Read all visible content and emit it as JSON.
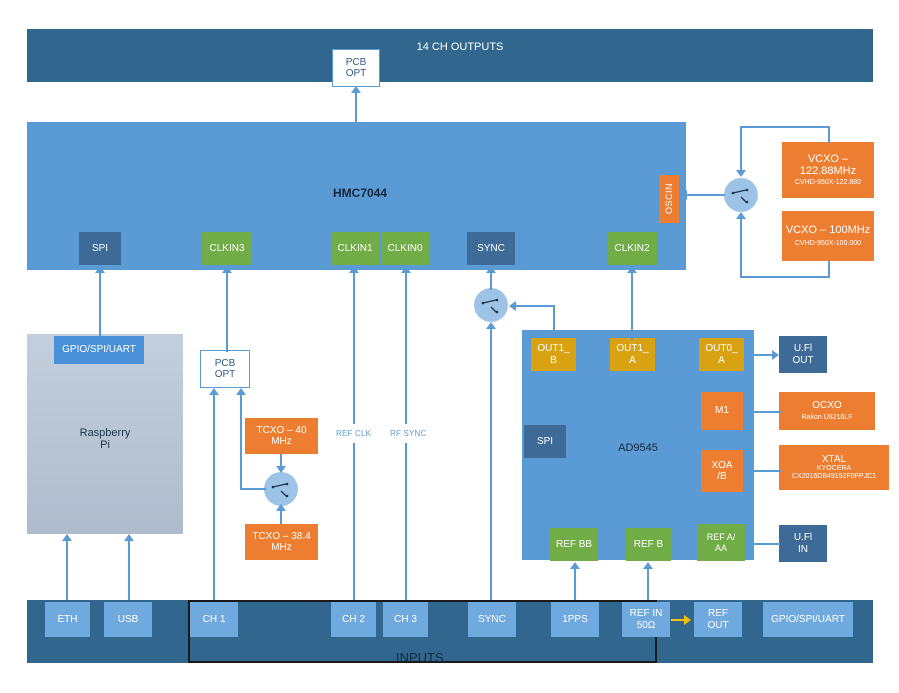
{
  "diagram": {
    "title": "Clock distribution block diagram",
    "colors": {
      "dark_bar": "#31678f",
      "main_block": "#5b9bd5",
      "port_green": "#70ad47",
      "port_gold": "#d9a213",
      "port_orange": "#ed7d31",
      "port_navy": "#44709a",
      "port_light_blue": "#6fa9dd",
      "wire": "#5b9bd5",
      "wire_gold": "#ffc000",
      "raspberry_pi": "#b7c4d3"
    }
  },
  "outputs_bar": {
    "label": "14 CH OUTPUTS",
    "pcb_opt": {
      "line1": "PCB",
      "line2": "OPT"
    }
  },
  "hmc7044": {
    "title": "HMC7044",
    "oscin": "OSCIN",
    "ports": [
      {
        "label": "SPI",
        "type": "navy"
      },
      {
        "label": "CLKIN3",
        "type": "green"
      },
      {
        "label": "CLKIN1",
        "type": "green"
      },
      {
        "label": "CLKIN0",
        "type": "green"
      },
      {
        "label": "SYNC",
        "type": "navy"
      },
      {
        "label": "CLKIN2",
        "type": "green"
      }
    ]
  },
  "vcxo": [
    {
      "name": "VCXO –",
      "freq": "122.88MHz",
      "part": "CVHD-950X-122.880"
    },
    {
      "name": "VCXO – 100MHz",
      "freq": "",
      "part": "CVHD-950X-100.000"
    }
  ],
  "raspberry_pi": {
    "label_line1": "Raspberry",
    "label_line2": "Pi",
    "header_port": "GPIO/SPI/UART"
  },
  "pcb_opt_mid": {
    "line1": "PCB",
    "line2": "OPT"
  },
  "tcxo": [
    {
      "line1": "TCXO – 40",
      "line2": "MHz"
    },
    {
      "line1": "TCXO – 38.4",
      "line2": "MHz"
    }
  ],
  "path_labels": {
    "ref_clk": "REF CLK",
    "rf_sync": "RF SYNC"
  },
  "ad9545": {
    "title": "AD9545",
    "spi": "SPI",
    "outputs": [
      {
        "line1": "OUT1_",
        "line2": "B"
      },
      {
        "line1": "OUT1_",
        "line2": "A"
      },
      {
        "line1": "OUT0_",
        "line2": "A"
      }
    ],
    "right_ports": [
      {
        "label": "M1"
      },
      {
        "line1": "XOA",
        "line2": "/B"
      }
    ],
    "refs": [
      {
        "label": "REF BB"
      },
      {
        "label": "REF B"
      },
      {
        "line1": "REF A/",
        "line2": "AA"
      }
    ]
  },
  "oscillators": {
    "ocxo": {
      "name": "OCXO",
      "part": "Rakon U8216LF"
    },
    "xtal": {
      "name": "XTAL",
      "vendor": "KYOCERA",
      "part": "CX2016DB49152F0FPJC1"
    }
  },
  "connectors": {
    "ufl_out": {
      "line1": "U.Fl",
      "line2": "OUT"
    },
    "ufl_in": {
      "line1": "U.Fl",
      "line2": "IN"
    }
  },
  "bottom_bar": {
    "inputs_label": "INPUTS",
    "ports": [
      {
        "label": "ETH"
      },
      {
        "label": "USB"
      },
      {
        "label": "CH 1"
      },
      {
        "label": "CH 2"
      },
      {
        "label": "CH 3"
      },
      {
        "label": "SYNC"
      },
      {
        "label": "1PPS"
      },
      {
        "line1": "REF IN",
        "line2": "50Ω"
      },
      {
        "line1": "REF",
        "line2": "OUT"
      },
      {
        "label": "GPIO/SPI/UART"
      }
    ]
  }
}
